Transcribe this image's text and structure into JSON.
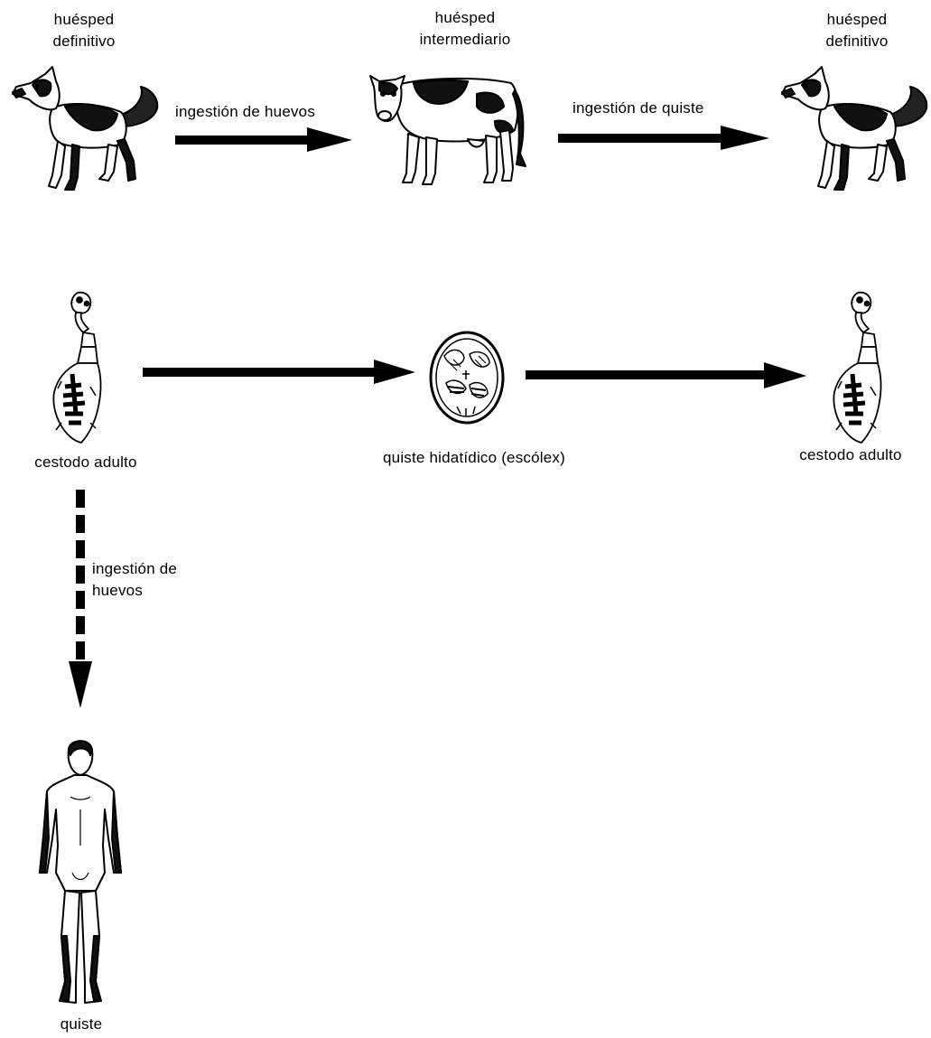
{
  "host_definitive_left": {
    "line1": "huésped",
    "line2": "definitivo"
  },
  "host_intermediate": {
    "line1": "huésped",
    "line2": "intermediario"
  },
  "host_definitive_right": {
    "line1": "huésped",
    "line2": "definitivo"
  },
  "arrow_labels": {
    "egg_ingestion": "ingestión de huevos",
    "cyst_ingestion": "ingestión de quiste",
    "egg_ingestion_vertical": {
      "line1": "ingestión de",
      "line2": "huevos"
    }
  },
  "stage_labels": {
    "adult_left": "cestodo adulto",
    "hydatid_cyst": "quiste hidatídico (escólex)",
    "adult_right": "cestodo adulto",
    "human_cyst": "quiste"
  },
  "icons": {
    "dog": "dog-icon",
    "cow": "cow-icon",
    "tapeworm": "tapeworm-icon",
    "cyst": "hydatid-cyst-icon",
    "human": "human-figure-icon"
  },
  "colors": {
    "ink": "#000000",
    "paper": "#ffffff"
  }
}
